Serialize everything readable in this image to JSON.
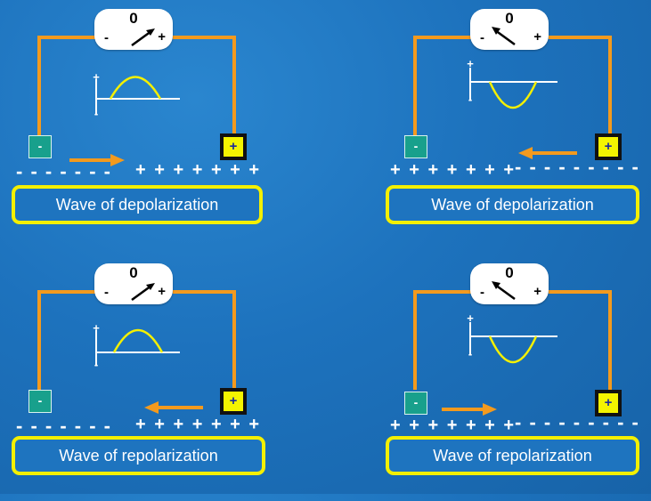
{
  "panels": [
    {
      "meter": {
        "zero": "0",
        "minus": "-",
        "plus": "+"
      },
      "electrodes": {
        "negative": "-",
        "positive": "+"
      },
      "charges_left": "- - - - - - -",
      "charges_right": "+ + + + + + +",
      "caption": "Wave of depolarization",
      "trace": {
        "top": "+",
        "bottom": "-"
      }
    },
    {
      "meter": {
        "zero": "0",
        "minus": "-",
        "plus": "+"
      },
      "electrodes": {
        "negative": "-",
        "positive": "+"
      },
      "charges_left": "+ + + + + + +",
      "charges_right": "- - - - - - - - -",
      "caption": "Wave of depolarization",
      "trace": {
        "top": "+",
        "bottom": "-"
      }
    },
    {
      "meter": {
        "zero": "0",
        "minus": "-",
        "plus": "+"
      },
      "electrodes": {
        "negative": "-",
        "positive": "+"
      },
      "charges_left": "- - - - - - -",
      "charges_right": "+ + + + + + +",
      "caption": "Wave of repolarization",
      "trace": {
        "top": "+",
        "bottom": "-"
      }
    },
    {
      "meter": {
        "zero": "0",
        "minus": "-",
        "plus": "+"
      },
      "electrodes": {
        "negative": "-",
        "positive": "+"
      },
      "charges_left": "+ + + + + + +",
      "charges_right": "- - - - - - - - -",
      "caption": "Wave of repolarization",
      "trace": {
        "top": "+",
        "bottom": "-"
      }
    }
  ],
  "colors": {
    "background": "#1d72bd",
    "wire": "#f39a1e",
    "caption_border": "#f4f000",
    "trace": "#f4f000",
    "negative_electrode": "#18a08c",
    "positive_electrode": "#f4f400"
  }
}
